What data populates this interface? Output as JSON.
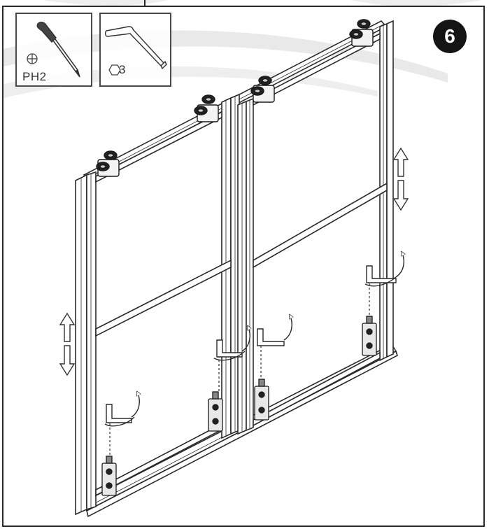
{
  "step": {
    "number": "6"
  },
  "tools": {
    "screwdriver": {
      "label": "PH2",
      "icon": "phillips-screwdriver-icon"
    },
    "allen_key": {
      "label": "3",
      "icon": "hex-key-icon"
    }
  },
  "colors": {
    "line": "#2a2a2a",
    "swoosh": "#e6e6e6",
    "badge": "#141414"
  }
}
